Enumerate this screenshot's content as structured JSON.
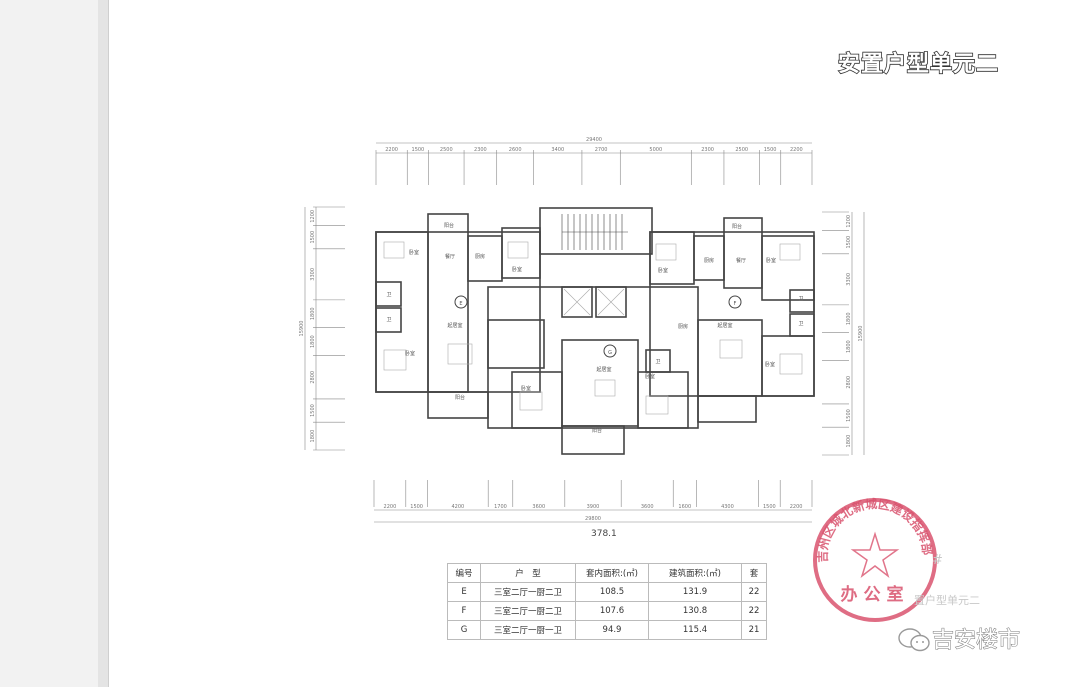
{
  "title": "安置户型单元二",
  "plan": {
    "top_total": "29400",
    "top_dims": [
      "2200",
      "1500",
      "2500",
      "2300",
      "2600",
      "3400",
      "2700",
      "5000",
      "2300",
      "2500",
      "1500",
      "2200"
    ],
    "bottom_total": "29800",
    "bottom_dims": [
      "2200",
      "1500",
      "4200",
      "1700",
      "3600",
      "3900",
      "3600",
      "1600",
      "4300",
      "1500",
      "2200"
    ],
    "left_total": "15900",
    "left_dims": [
      "1200",
      "1500",
      "3300",
      "1800",
      "1800",
      "2800",
      "1500",
      "1800"
    ],
    "right_total": "15900",
    "right_dims": [
      "1200",
      "1500",
      "3300",
      "1800",
      "1800",
      "2800",
      "1500",
      "1800"
    ],
    "unit_labels": [
      "E",
      "F",
      "G"
    ],
    "rooms": {
      "bedroom": "卧室",
      "dining": "餐厅",
      "kitchen": "厨房",
      "living": "起居室",
      "balcony": "阳台",
      "bath": "卫"
    },
    "scale_value": "378.1"
  },
  "table": {
    "headers": [
      "编号",
      "户　型",
      "套内面积:(㎡)",
      "建筑面积:(㎡)",
      "套"
    ],
    "rows": [
      [
        "E",
        "三室二厅一厨二卫",
        "108.5",
        "131.9",
        "22"
      ],
      [
        "F",
        "三室二厅一厨二卫",
        "107.6",
        "130.8",
        "22"
      ],
      [
        "G",
        "三室二厅一厨一卫",
        "94.9",
        "115.4",
        "21"
      ]
    ]
  },
  "stamp": {
    "ring_text": "吉州区城北新城区建设指挥部",
    "center_text": "办公室",
    "color": "#d9536e"
  },
  "faint_text": {
    "hash": "#",
    "caption": "置户型单元二"
  },
  "watermark": "吉安楼市"
}
